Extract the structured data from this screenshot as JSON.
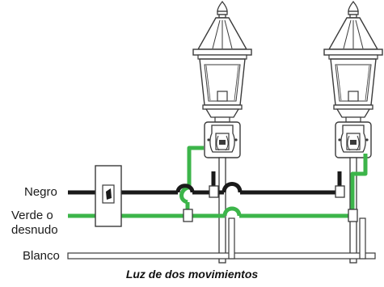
{
  "labels": {
    "black": "Negro",
    "green": "Verde o",
    "green2": "desnudo",
    "white": "Blanco"
  },
  "caption": "Luz de dos movimientos",
  "colors": {
    "black_wire": "#1a1a1a",
    "green_wire": "#3cb54a",
    "white_wire": "#ffffff",
    "outline": "#3a3a3a",
    "glass": "#ffffff"
  },
  "icons": {
    "switch": "toggle-switch-icon",
    "lamp": "outdoor-lantern-icon"
  }
}
